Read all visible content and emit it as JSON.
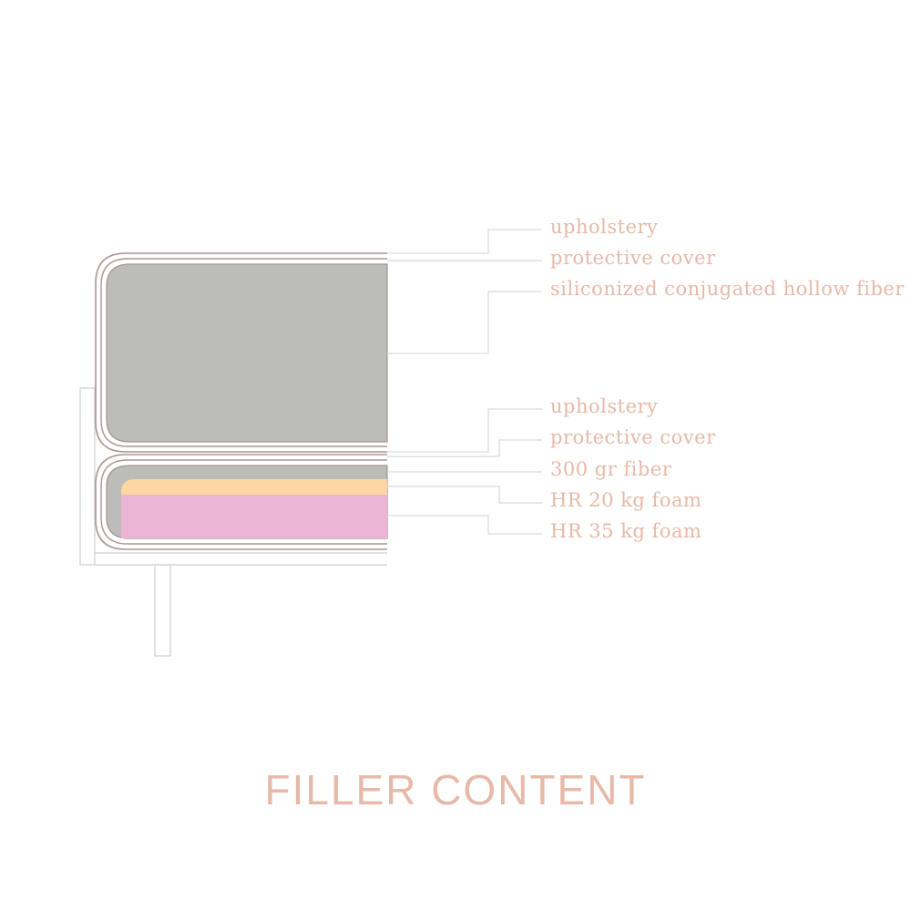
{
  "title": "FILLER CONTENT",
  "labels": {
    "back_upholstery": "upholstery",
    "back_protective_cover": "protective cover",
    "back_fiber": "siliconized conjugated hollow fiber",
    "seat_upholstery": "upholstery",
    "seat_protective_cover": "protective cover",
    "seat_fiber": "300 gr fiber",
    "seat_foam_20": "HR 20 kg foam",
    "seat_foam_35": "HR 35 kg foam"
  },
  "colors": {
    "text": "#e7b9a8",
    "outline": "#a99691",
    "frame": "#cfcfcf",
    "leader": "#d9d9d9",
    "fiber_fill": "#bcbcbb",
    "foam_20": "#fdd6a2",
    "foam_35": "#ecb5d6"
  }
}
